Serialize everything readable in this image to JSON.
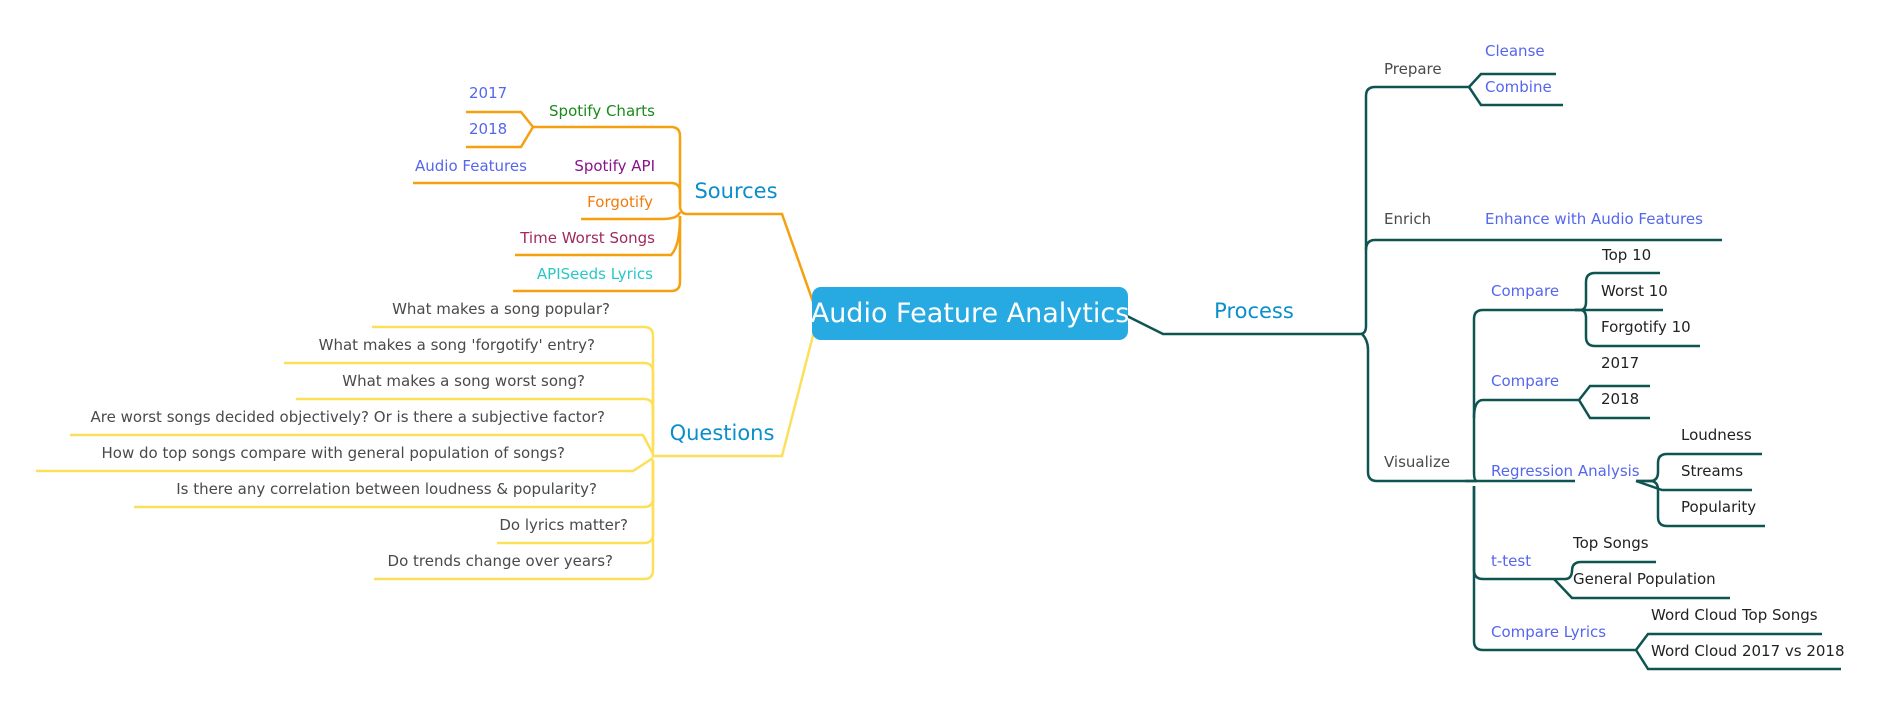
{
  "root": {
    "label": "Audio Feature Analytics"
  },
  "colors": {
    "root": "#27a9e1",
    "sources_branch": "#f5a00f",
    "questions_branch": "#fde05a",
    "process_branch": "#0e5450",
    "category_text": "#0a8ecc",
    "link_text": "#5566ee",
    "dark_text": "#4a4a4a",
    "black_text": "#222222",
    "green_text": "#1a8a1a",
    "purple_text": "#8a118a",
    "orange_text": "#f07a0a",
    "plum_text": "#a02a5e",
    "teal_text": "#2ac6c6"
  },
  "sources": {
    "label": "Sources",
    "spotify_charts": {
      "label": "Spotify Charts",
      "children": [
        "2017",
        "2018"
      ]
    },
    "spotify_api": {
      "label": "Spotify API",
      "children": [
        "Audio Features"
      ]
    },
    "forgotify": "Forgotify",
    "time_worst_songs": "Time Worst Songs",
    "apiseeds_lyrics": "APISeeds Lyrics"
  },
  "questions": {
    "label": "Questions",
    "items": [
      "What makes a song popular?",
      "What makes a song 'forgotify' entry?",
      "What makes a song worst song?",
      "Are worst songs decided objectively? Or is there a subjective factor?",
      "How do top songs compare with general population of songs?",
      "Is there any correlation between loudness & popularity?",
      "Do lyrics matter?",
      "Do trends change over years?"
    ]
  },
  "process": {
    "label": "Process",
    "prepare": {
      "label": "Prepare",
      "children": [
        "Cleanse",
        "Combine"
      ]
    },
    "enrich": {
      "label": "Enrich",
      "children": [
        "Enhance with Audio Features"
      ]
    },
    "visualize": {
      "label": "Visualize",
      "compare_1": {
        "label": "Compare",
        "children": [
          "Top 10",
          "Worst 10",
          "Forgotify 10"
        ]
      },
      "compare_2": {
        "label": "Compare",
        "children": [
          "2017",
          "2018"
        ]
      },
      "regression": {
        "label": "Regression Analysis",
        "children": [
          "Loudness",
          "Streams",
          "Popularity"
        ]
      },
      "ttest": {
        "label": "t-test",
        "children": [
          "Top Songs",
          "General Population"
        ]
      },
      "compare_lyrics": {
        "label": "Compare Lyrics",
        "children": [
          "Word Cloud Top Songs",
          "Word Cloud 2017 vs 2018"
        ]
      }
    }
  }
}
